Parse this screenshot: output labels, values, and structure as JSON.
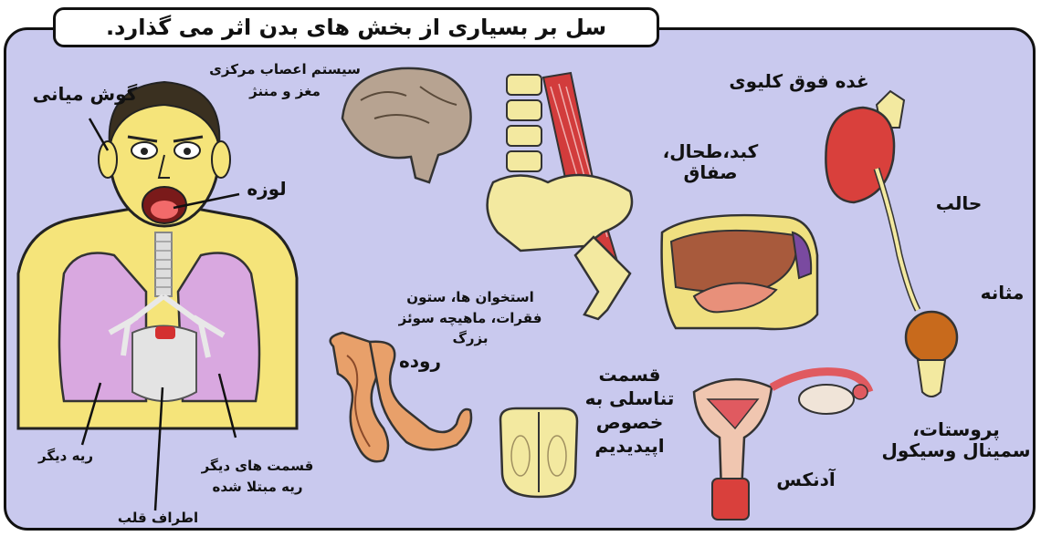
{
  "title": "سل بر بسیاری از بخش های بدن اثر می گذارد.",
  "labels": {
    "middle_ear": "گوش میانی",
    "tonsil": "لوزه",
    "cns": "سیستم اعصاب مرکزی",
    "brain_meninges": "مغز و مننژ",
    "adrenal": "غده فوق کلیوی",
    "liver_line1": "کبد،طحال،",
    "liver_line2": "صفاق",
    "ureter": "حالب",
    "bladder": "مثانه",
    "bones_line1": "استخوان ها، ستون",
    "bones_line2": "فقرات، ماهیچه سوئز",
    "bones_line3": "بزرگ",
    "intestine": "روده",
    "genital_line1": "قسمت",
    "genital_line2": "تناسلی به",
    "genital_line3": "خصوص",
    "genital_line4": "اپیدیدیم",
    "adnexa": "آدنکس",
    "prostate_line1": "پروستات،",
    "prostate_line2": "سمینال وسیکول",
    "other_lung": "ریه دیگر",
    "lung_parts_line1": "قسمت های دیگر",
    "lung_parts_line2": "ریه مبتلا شده",
    "heart_area": "اطراف قلب"
  },
  "colors": {
    "background": "#c9c9ee",
    "skin": "#f5e47a",
    "lung": "#d9a8e0",
    "bone": "#f3e9a0",
    "muscle": "#d23c3c",
    "kidney": "#d9403c",
    "bladder": "#c86a1c",
    "intestine": "#e8a06a",
    "liver": "#a85a3c"
  }
}
